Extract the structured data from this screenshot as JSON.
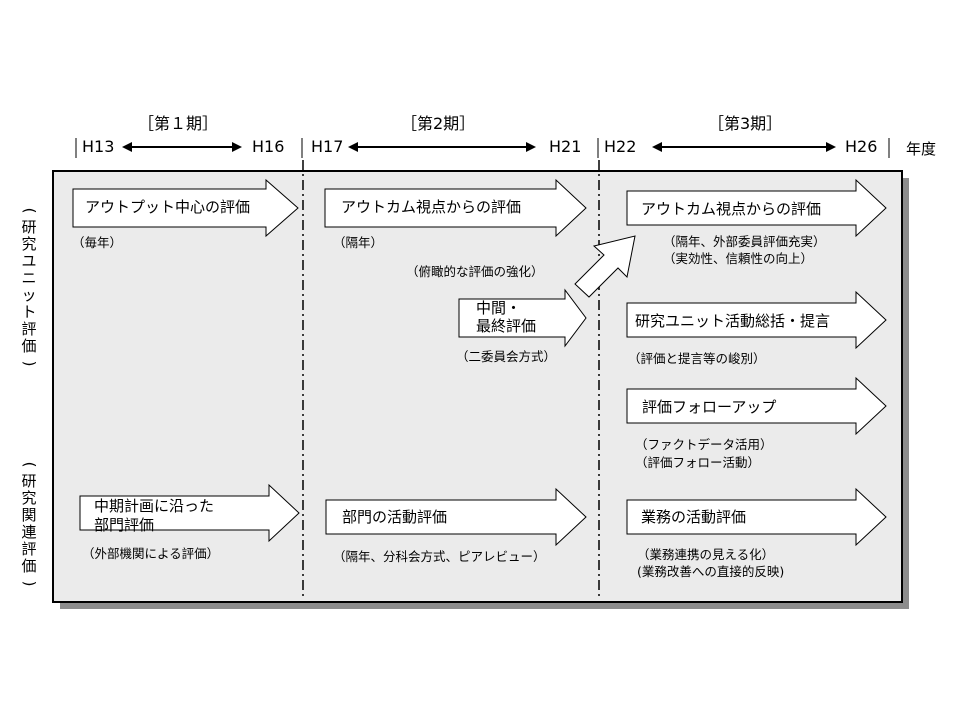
{
  "timeline": {
    "periods": [
      {
        "name": "［第１期］",
        "start": "H13",
        "end": "H16"
      },
      {
        "name": "［第2期］",
        "start": "H17",
        "end": "H21"
      },
      {
        "name": "［第3期］",
        "start": "H22",
        "end": "H26"
      }
    ],
    "unit": "年度"
  },
  "row_labels": {
    "unit_eval": "(研究ユニット評価)",
    "related_eval": "(研究関連評価)"
  },
  "period1": {
    "unit_arrow": "アウトプット中心の評価",
    "unit_note": "（毎年）",
    "related_arrow_line1": "中期計画に沿った",
    "related_arrow_line2": "部門評価",
    "related_note": "（外部機関による評価）"
  },
  "period2": {
    "unit_arrow": "アウトカム視点からの評価",
    "unit_note": "（隔年）",
    "strength_note": "（俯瞰的な評価の強化）",
    "mid_arrow_line1": "中間・",
    "mid_arrow_line2": "最終評価",
    "mid_note": "（二委員会方式）",
    "related_arrow": "部門の活動評価",
    "related_note": "（隔年、分科会方式、ピアレビュー）"
  },
  "period3": {
    "unit_arrow": "アウトカム視点からの評価",
    "unit_note1": "（隔年、外部委員評価充実）",
    "unit_note2": "（実効性、信頼性の向上）",
    "summary_arrow": "研究ユニット活動総括・提言",
    "summary_note": "（評価と提言等の峻別）",
    "follow_arrow": "評価フォローアップ",
    "follow_note1": "（ファクトデータ活用）",
    "follow_note2": "（評価フォロー活動）",
    "related_arrow": "業務の活動評価",
    "related_note1": "（業務連携の見える化）",
    "related_note2": "(業務改善への直接的反映)"
  }
}
